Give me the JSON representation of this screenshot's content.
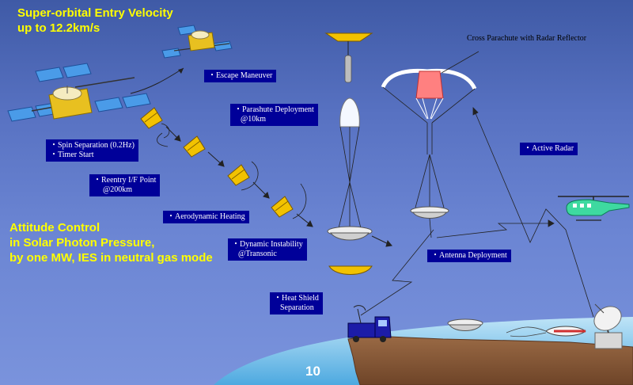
{
  "title": {
    "line1": "Super-orbital Entry Velocity",
    "line2": "up to 12.2km/s"
  },
  "attitude": {
    "line1": "Attitude Control",
    "line2": "in Solar Photon Pressure,",
    "line3": "by one MW, IES in neutral gas mode"
  },
  "labels": {
    "escape": "・Escape Maneuver",
    "spin_line1": "・Spin Separation (0.2Hz)",
    "spin_line2": "・Timer Start",
    "reentry_line1": "・Reentry I/F Point",
    "reentry_line2": "@200km",
    "aero": "・Aerodynamic Heating",
    "dynamic_line1": "・Dynamic Instability",
    "dynamic_line2": "@Transonic",
    "parachute_line1": "・Parashute Deployment",
    "parachute_line2": "@10km",
    "active_radar": "・Active Radar",
    "antenna": "・Antenna Deployment",
    "heat_shield_line1": "・Heat Shield",
    "heat_shield_line2": "Separation",
    "cross_parachute": "Cross Parachute with Radar Reflector"
  },
  "page_number": "10",
  "colors": {
    "background_top": "#3f5aa6",
    "label_box": "#000099",
    "capsule_yellow": "#f2c200",
    "highlight_text": "#ffff00",
    "ground": "#8a5a3a",
    "helicopter": "#3ed9a0"
  }
}
